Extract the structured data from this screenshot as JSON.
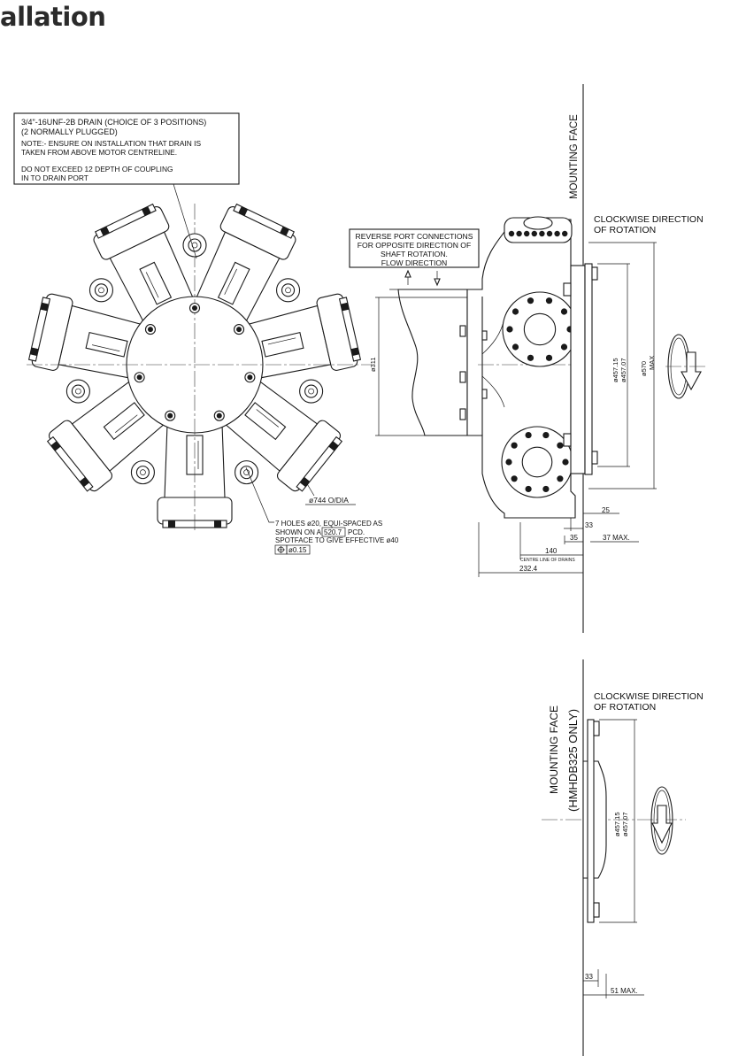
{
  "header": {
    "title": "allation"
  },
  "notes": {
    "drain_line1": "3/4\"-16UNF-2B DRAIN (CHOICE OF 3 POSITIONS)",
    "drain_line2": "(2 NORMALLY PLUGGED)",
    "drain_line3": "NOTE:- ENSURE ON INSTALLATION THAT DRAIN IS",
    "drain_line4": "TAKEN FROM ABOVE MOTOR CENTRELINE.",
    "drain_line5": "DO NOT EXCEED 12 DEPTH OF COUPLING",
    "drain_line6": "IN TO DRAIN PORT",
    "reverse_line1": "REVERSE PORT CONNECTIONS",
    "reverse_line2": "FOR OPPOSITE DIRECTION OF",
    "reverse_line3": "SHAFT ROTATION.",
    "reverse_line4": "FLOW DIRECTION",
    "holes_line1": "7 HOLES ø20, EQUI-SPACED AS",
    "holes_line2a": "SHOWN ON A",
    "holes_pcd": "520.7",
    "holes_line2b": "PCD.",
    "holes_line3": "SPOTFACE TO GIVE EFFECTIVE ø40",
    "tolerance": "ø0.15",
    "od": "ø744 O/DIA"
  },
  "top_view": {
    "mounting_face": "MOUNTING FACE",
    "clockwise_line1": "CLOCKWISE DIRECTION",
    "clockwise_line2": "OF ROTATION",
    "dim_311": "ø311",
    "dim_457a": "ø457.15",
    "dim_457b": "ø457.07",
    "dim_570": "ø570",
    "dim_570_max": "MAX",
    "dim_25": "25",
    "dim_33": "33",
    "dim_35": "35",
    "dim_37": "37 MAX.",
    "dim_140": "140",
    "centre_line": "CENTRE LINE OF DRAINS",
    "dim_232": "232.4"
  },
  "bottom_view": {
    "mounting_face_line1": "MOUNTING FACE",
    "mounting_face_line2": "(HMHDB325 ONLY)",
    "clockwise_line1": "CLOCKWISE DIRECTION",
    "clockwise_line2": "OF ROTATION",
    "dim_457a": "ø457.15",
    "dim_457b": "ø457.07",
    "dim_33": "33",
    "dim_51": "51 MAX."
  }
}
